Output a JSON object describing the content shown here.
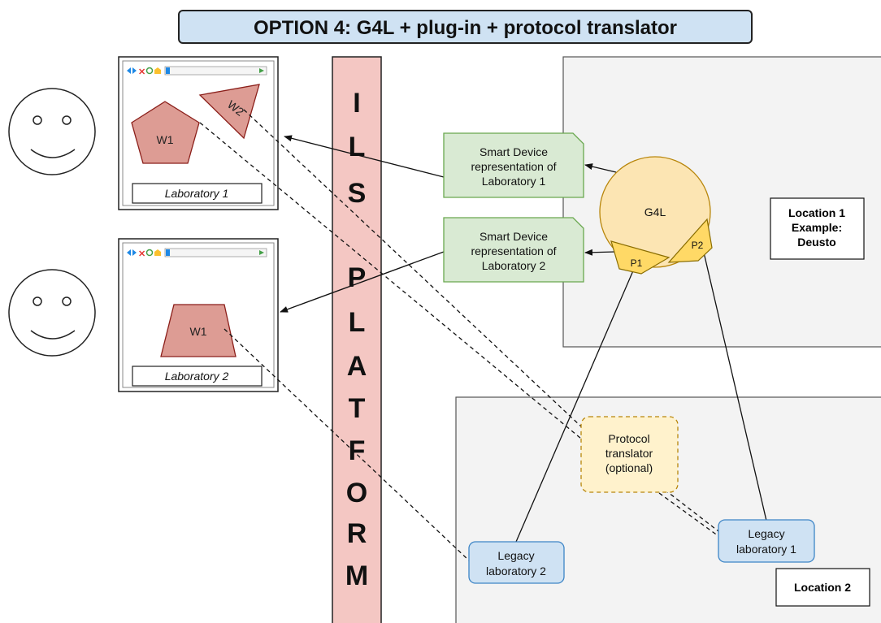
{
  "title": "OPTION 4: G4L + plug-in + protocol translator",
  "platform_letters": [
    "I",
    "L",
    "S",
    "P",
    "L",
    "A",
    "T",
    "F",
    "O",
    "R",
    "M"
  ],
  "browser_windows": [
    {
      "label": "Laboratory 1",
      "widgets": [
        "W1",
        "W2"
      ]
    },
    {
      "label": "Laboratory 2",
      "widgets": [
        "W1"
      ]
    }
  ],
  "smart_devices": [
    {
      "line1": "Smart Device",
      "line2": "representation of",
      "line3": "Laboratory 1"
    },
    {
      "line1": "Smart Device",
      "line2": "representation of",
      "line3": "Laboratory 2"
    }
  ],
  "g4l": {
    "label": "G4L",
    "plugin_1": "P1",
    "plugin_2": "P2"
  },
  "protocol_translator": {
    "line1": "Protocol",
    "line2": "translator",
    "line3": "(optional)"
  },
  "legacy_labs": [
    {
      "line1": "Legacy",
      "line2": "laboratory 1"
    },
    {
      "line1": "Legacy",
      "line2": "laboratory 2"
    }
  ],
  "location_1": {
    "line1": "Location 1",
    "line2": "Example:",
    "line3": "Deusto"
  },
  "location_2": {
    "label": "Location 2"
  },
  "colors": {
    "title_bg": "#cfe2f3",
    "platform_bg": "#f4c7c3",
    "widget_fill": "#dd9c94",
    "widget_stroke": "#8b1f1a",
    "smart_device_bg": "#d9ead3",
    "smart_device_border": "#6aa84f",
    "g4l_fill": "#fce5b3",
    "plugin_fill": "#ffd966",
    "translator_bg": "#fff2cc",
    "legacy_bg": "#cfe2f3",
    "legacy_border": "#3d85c6",
    "location_bg": "#f3f3f3"
  }
}
